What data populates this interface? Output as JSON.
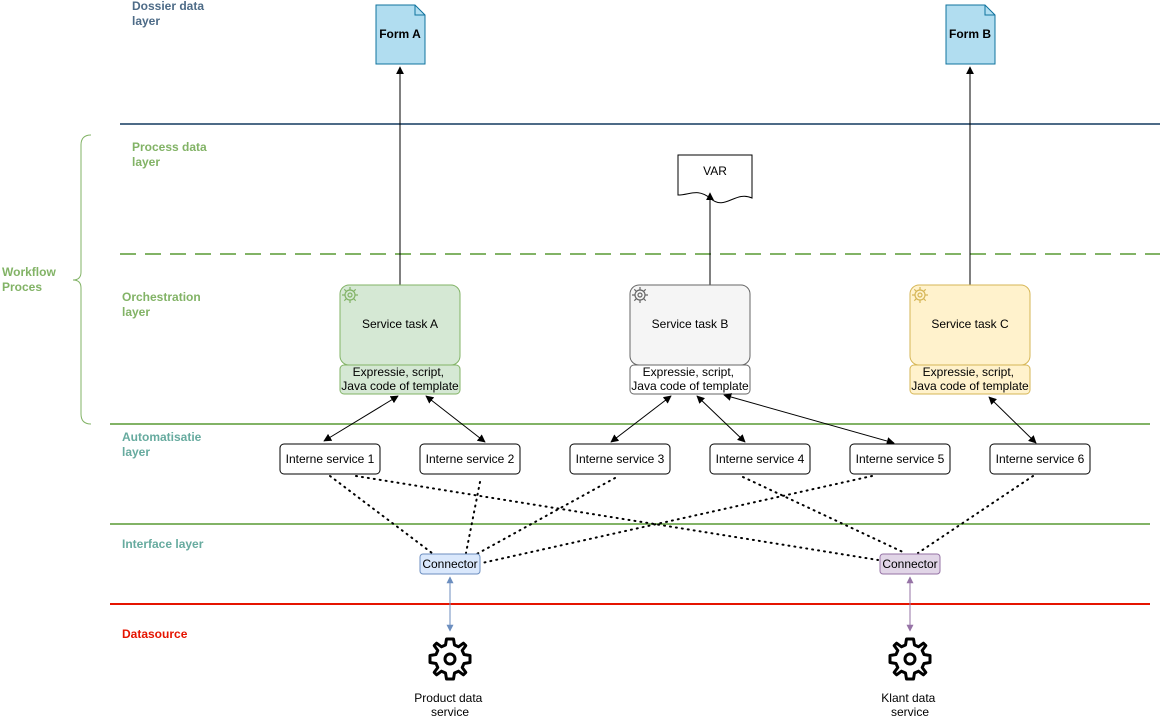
{
  "colors": {
    "dossier": "#4d6b87",
    "process": "#82b366",
    "automation": "#67ab9f",
    "datasource": "#e51400",
    "formFill": "#b1ddf0",
    "formStroke": "#10739e",
    "taskA": "#d5e8d4",
    "taskAStroke": "#82b366",
    "taskB": "#f5f5f5",
    "taskBStroke": "#666666",
    "taskC": "#fff2cc",
    "taskCStroke": "#d6b656",
    "connectorA": "#dae8fc",
    "connectorAStroke": "#6c8ebf",
    "connectorB": "#e1d5e7",
    "connectorBStroke": "#9673a6"
  },
  "layers": {
    "dossier": [
      "Dossier data",
      "layer"
    ],
    "process": [
      "Process data",
      "layer"
    ],
    "workflow": [
      "Workflow",
      "Proces"
    ],
    "orchestration": [
      "Orchestration",
      "layer"
    ],
    "automation": [
      "Automatisatie",
      "layer"
    ],
    "interface": [
      "Interface layer"
    ],
    "datasource": [
      "Datasource"
    ]
  },
  "forms": {
    "a": "Form A",
    "b": "Form B"
  },
  "variable": "VAR",
  "tasks": {
    "a": {
      "title": "Service task A",
      "detail": [
        "Expressie, script,",
        "Java code of template"
      ]
    },
    "b": {
      "title": "Service task B",
      "detail": [
        "Expressie, script,",
        "Java code of template"
      ]
    },
    "c": {
      "title": "Service task C",
      "detail": [
        "Expressie, script,",
        "Java code of template"
      ]
    }
  },
  "services": [
    "Interne service 1",
    "Interne service 2",
    "Interne service 3",
    "Interne service 4",
    "Interne service 5",
    "Interne service 6"
  ],
  "connectors": [
    "Connector",
    "Connector"
  ],
  "datasources": {
    "product": [
      "Product data",
      "service"
    ],
    "klant": [
      "Klant data",
      "service"
    ]
  },
  "icons": {
    "task": "gear-icon",
    "datasource": "cog-icon"
  }
}
